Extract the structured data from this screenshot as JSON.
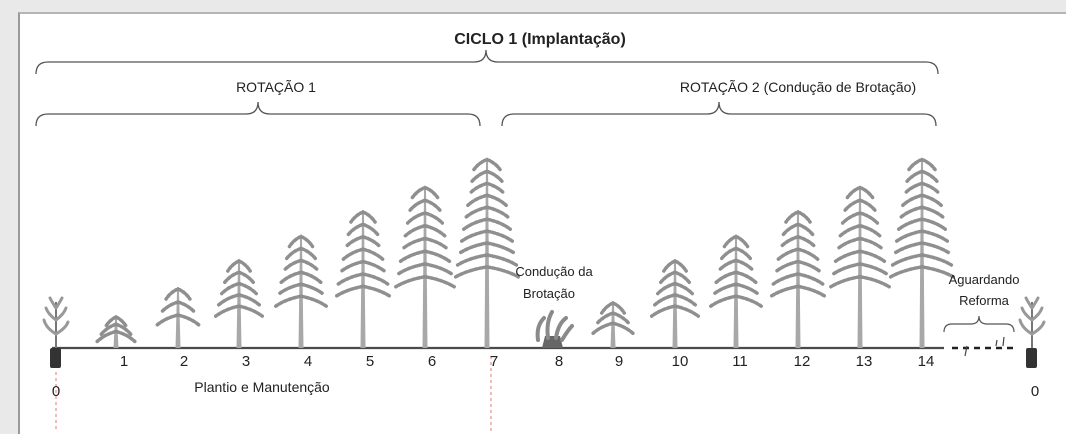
{
  "cycle": {
    "label": "CICLO 1  (Implantação)"
  },
  "rotations": [
    {
      "label": "ROTAÇÃO 1"
    },
    {
      "label": "ROTAÇÃO 2 (Condução de Brotação)"
    }
  ],
  "annotations": {
    "coppice_line1": "Condução da",
    "coppice_line2": "Brotação",
    "waiting_line1": "Aguardando",
    "waiting_line2": "Reforma",
    "planting": "Plantio  e Manutenção"
  },
  "axis": {
    "ticks": [
      "1",
      "2",
      "3",
      "4",
      "5",
      "6",
      "7",
      "8",
      "9",
      "10",
      "11",
      "12",
      "13",
      "14"
    ],
    "start_label": "0",
    "end_label": "0"
  },
  "trees": {
    "rotation1_growth": [
      0.1,
      0.18,
      0.26,
      0.33,
      0.4,
      0.47,
      0.55
    ],
    "rotation2_growth": [
      0.14,
      0.26,
      0.33,
      0.4,
      0.47,
      0.55
    ]
  },
  "colors": {
    "tree": "#8f8f8f",
    "axis": "#4a4a4a",
    "bracket": "#555555",
    "marker": "#e8a0a0"
  }
}
